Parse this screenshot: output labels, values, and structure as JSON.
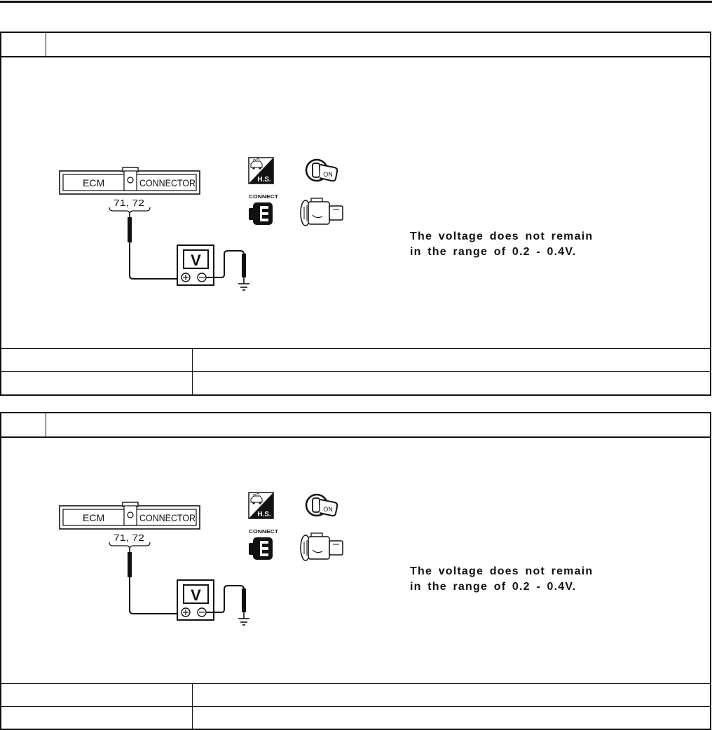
{
  "colors": {
    "ink": "#111111",
    "paper": "#ffffff"
  },
  "icon_names": [
    "hot-soak-icon",
    "ignition-key-on-icon",
    "connect-icon",
    "harness-connector-icon",
    "voltmeter-icon",
    "ground-icon",
    "ecm-connector-icon"
  ],
  "sections": [
    {
      "connector": {
        "left_label": "ECM",
        "right_label": "CONNECTOR"
      },
      "terminals": "71, 72",
      "meter_label": "V",
      "icons": {
        "hs_label": "H.S.",
        "key_label": "ON",
        "connect_label": "CONNECT"
      },
      "result_text": [
        "The voltage does not remain",
        "in the range of 0.2 - 0.4V."
      ]
    },
    {
      "connector": {
        "left_label": "ECM",
        "right_label": "CONNECTOR"
      },
      "terminals": "71, 72",
      "meter_label": "V",
      "icons": {
        "hs_label": "H.S.",
        "key_label": "ON",
        "connect_label": "CONNECT"
      },
      "result_text": [
        "The voltage does not remain",
        "in the range of 0.2 - 0.4V."
      ]
    }
  ]
}
